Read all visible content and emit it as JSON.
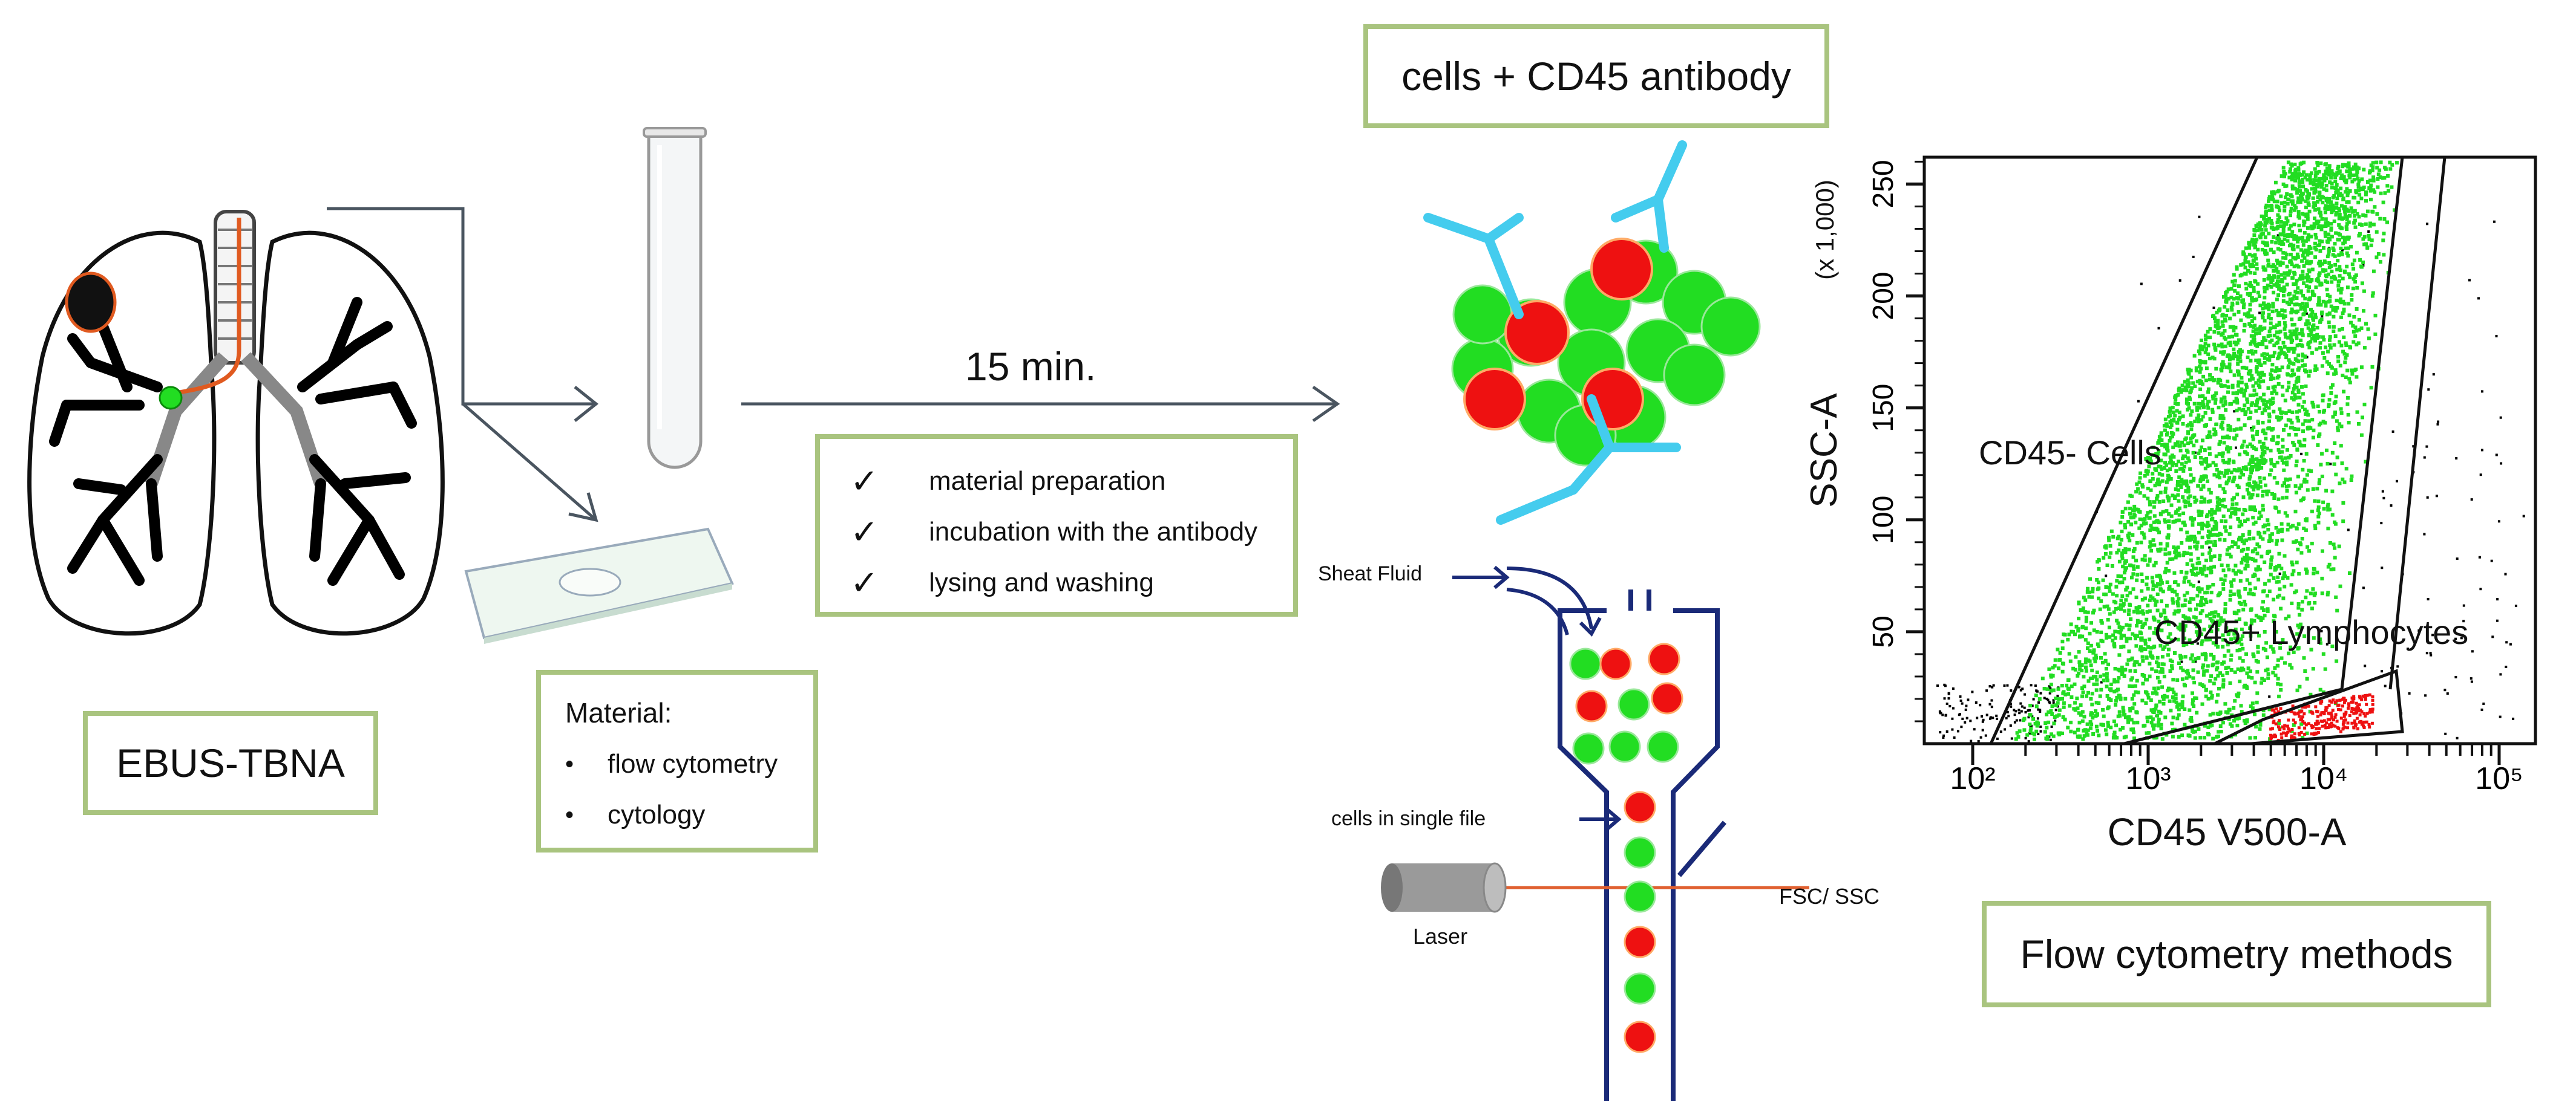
{
  "labels": {
    "ebus": "EBUS-TBNA",
    "material_title": "Material:",
    "material_items": [
      "flow cytometry",
      "cytology"
    ],
    "steps": [
      "material preparation",
      "incubation with the antibody",
      "lysing and washing"
    ],
    "time": "15 min.",
    "cells_antibody": "cells + CD45 antibody",
    "sheat_fluid": "Sheat Fluid",
    "single_file": "cells in single file",
    "laser": "Laser",
    "fsc_ssc": "FSC/ SSC",
    "methods": "Flow cytometry methods"
  },
  "icons": {
    "check": "✓",
    "bullet": "•"
  },
  "colors": {
    "box_border": "#a9c47f",
    "cell_green": "#22dd22",
    "cell_red": "#ee1111",
    "antibody": "#44ccee",
    "arrow": "#4a5560",
    "channel": "#1a2a78",
    "laser_beam": "#e06030"
  },
  "chart_data": {
    "type": "scatter",
    "xlabel": "CD45 V500-A",
    "ylabel": "SSC-A",
    "y_multiplier": "(x 1,000)",
    "x_scale": "log",
    "x_ticks": [
      "10²",
      "10³",
      "10⁴",
      "10⁵"
    ],
    "y_ticks": [
      "50",
      "100",
      "150",
      "200",
      "250"
    ],
    "ylim": [
      0,
      262
    ],
    "grid": false,
    "series": [
      {
        "name": "CD45- Cells",
        "color": "#000000"
      },
      {
        "name": "CD45+ Lymphocytes",
        "color": "#22dd22"
      }
    ],
    "annotations": [
      "CD45- Cells",
      "CD45+ Lymphocytes"
    ]
  }
}
